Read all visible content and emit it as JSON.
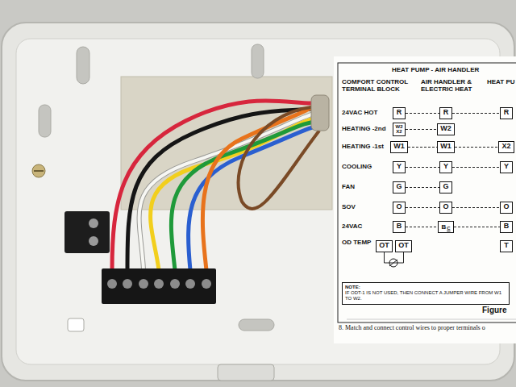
{
  "diagram": {
    "title": "HEAT PUMP - AIR HANDLER",
    "nodes": [
      {
        "text": [
          "R"
        ]
      },
      {
        "text": [
          "R"
        ]
      },
      {
        "text": [
          "R"
        ]
      },
      {
        "text": [
          "W2",
          "X2"
        ]
      },
      {
        "text": [
          "W2"
        ]
      },
      {
        "text": [
          "W1"
        ]
      },
      {
        "text": [
          "W1"
        ]
      },
      {
        "text": [
          "X2"
        ]
      },
      {
        "text": [
          "Y"
        ]
      },
      {
        "text": [
          "Y"
        ]
      },
      {
        "text": [
          "Y"
        ]
      },
      {
        "text": [
          "G"
        ]
      },
      {
        "text": [
          "G"
        ]
      },
      {
        "text": [
          "O"
        ]
      },
      {
        "text": [
          "O"
        ]
      },
      {
        "text": [
          "O"
        ]
      },
      {
        "text": [
          "B"
        ]
      },
      {
        "text": [
          "B",
          "C"
        ]
      },
      {
        "text": [
          "B"
        ]
      },
      {
        "text": [
          "OT"
        ]
      },
      {
        "text": [
          "OT"
        ]
      },
      {
        "text": [
          "T"
        ]
      },
      {
        "text": [
          "NOTE:",
          "IF ODT-1 IS NOT USED, THEN CONNECT A JUMPER WIRE FROM W1 TO W2."
        ]
      }
    ],
    "edges": [
      {
        "from": 0,
        "to": 1,
        "arrow": "none"
      },
      {
        "from": 1,
        "to": 2,
        "arrow": "none"
      },
      {
        "from": 3,
        "to": 4,
        "arrow": "none"
      },
      {
        "from": 5,
        "to": 6,
        "arrow": "none"
      },
      {
        "from": 6,
        "to": 7,
        "arrow": "none"
      },
      {
        "from": 8,
        "to": 9,
        "arrow": "none"
      },
      {
        "from": 9,
        "to": 10,
        "arrow": "none"
      },
      {
        "from": 11,
        "to": 12,
        "arrow": "none"
      },
      {
        "from": 13,
        "to": 14,
        "arrow": "none"
      },
      {
        "from": 14,
        "to": 15,
        "arrow": "none"
      },
      {
        "from": 16,
        "to": 17,
        "arrow": "none"
      },
      {
        "from": 17,
        "to": 18,
        "arrow": "none"
      },
      {
        "from": 19,
        "to": 20,
        "arrow": "none"
      }
    ],
    "labels": [
      "COMFORT CONTROL TERMINAL BLOCK",
      "AIR HANDLER & ELECTRIC HEAT",
      "HEAT PU",
      "24VAC HOT",
      "HEATING -2nd",
      "HEATING -1st",
      "COOLING",
      "FAN",
      "SOV",
      "24VAC",
      "OD TEMP",
      "Figure",
      "8. Match and connect control wires to proper terminals o"
    ]
  }
}
